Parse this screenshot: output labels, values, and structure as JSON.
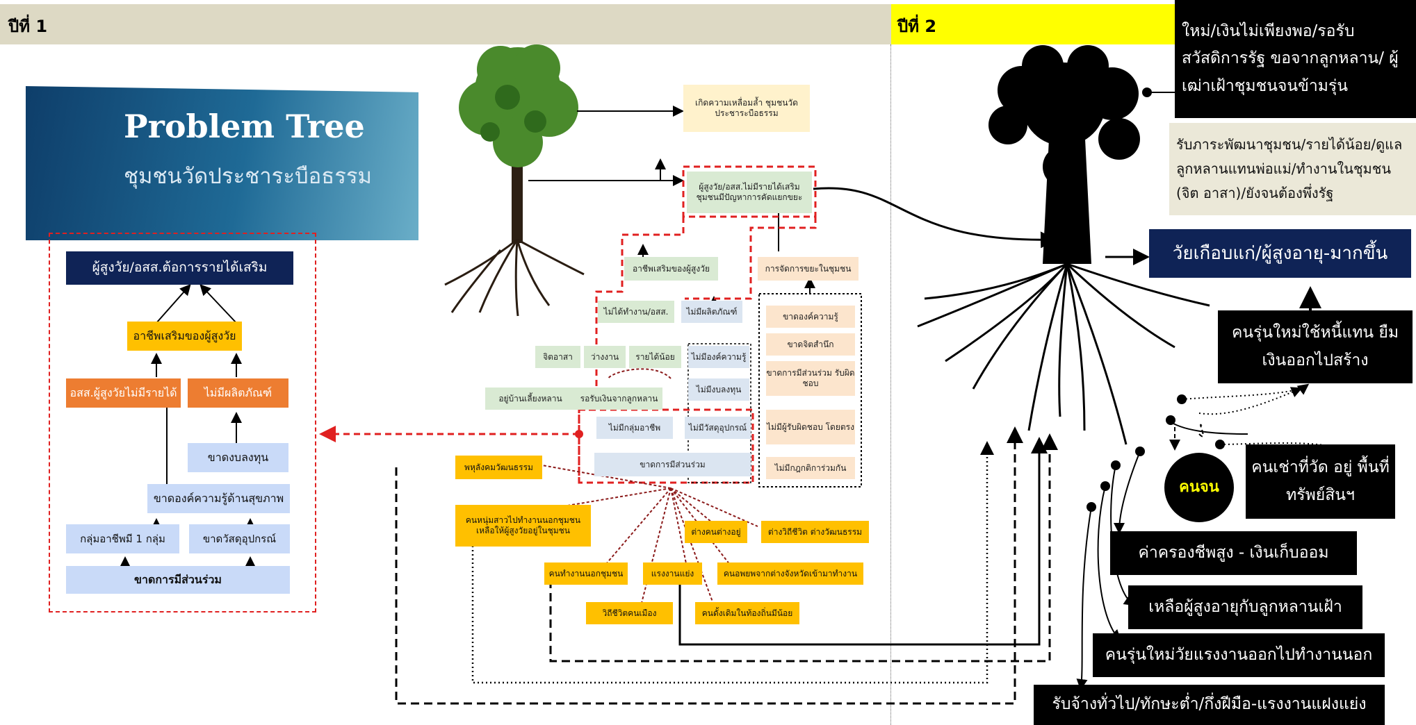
{
  "header": {
    "year1": "ปีที่ 1",
    "year2": "ปีที่ 2"
  },
  "banner": {
    "title": "Problem Tree",
    "subtitle": "ชุมชนวัดประชาระบือธรรม"
  },
  "left_tree": {
    "top": "ผู้สูงวัย/อสส.ต้อการรายได้เสริม",
    "occupation": "อาชีพเสริมของผู้สูงวัย",
    "no_income": "อสส.ผู้สูงวัยไม่มีรายได้",
    "no_product": "ไม่มีผลิตภัณฑ์",
    "no_capital": "ขาดงบลงทุน",
    "no_knowledge": "ขาดองค์ความรู้ด้านสุขภาพ",
    "group": "กลุ่มอาชีพมี 1 กลุ่ม",
    "no_material": "ขาดวัสดุอุปกรณ์",
    "no_participation": "ขาดการมีส่วนร่วม"
  },
  "middle": {
    "inequality": "เกิดความเหลื่อมล้ำ ชุมชนวัดประชาระบือธรรม",
    "elderly_no_income": "ผู้สูงวัย/อสส.ไม่มีรายได้เสริม ชุมชนมีปัญหาการคัดแยกขยะ",
    "elderly_job": "อาชีพเสริมของผู้สูงวัย",
    "waste_mgmt": "การจัดการขยะในชุมชน",
    "no_work": "ไม่ได้ทำงาน/อสส.",
    "no_product": "ไม่มีผลิตภัณฑ์",
    "volunteer": "จิตอาสา",
    "idle": "ว่างงาน",
    "low_income": "รายได้น้อย",
    "no_knowledge": "ไม่มีองค์ความรู้",
    "no_capital": "ไม่มีงบลงทุน",
    "no_material": "ไม่มีวัสดุอุปกรณ์",
    "stay_home": "อยู่บ้านเลี้ยงหลาน",
    "wait_money": "รอรับเงินจากลูกหลาน",
    "no_group": "ไม่มีกลุ่มอาชีพ",
    "lack_participation": "ขาดการมีส่วนร่วม",
    "lack_knowledge": "ขาดองค์ความรู้",
    "lack_awareness": "ขาดจิตสำนึก",
    "lack_responsibility": "ขาดการมีส่วนร่วม รับผิดชอบ",
    "no_direct_owner": "ไม่มีผู้รับผิดชอบ โดยตรง",
    "no_rules": "ไม่มีกฎกติการ่วมกัน",
    "culture_lost": "พหุลังคมวัฒนธรรม",
    "youth_leave": "คนหนุ่มสาวไปทำงานนอกชุมชน เหลือให้ผู้สูงวัยอยู่ในชุมชน",
    "strangers": "ต่างคนต่างอยู่",
    "diff_culture": "ต่างวิถีชีวิต ต่างวัฒนธรรม",
    "work_outside": "คนทำงานนอกชุมชน",
    "labor_compete": "แรงงานแย่ง",
    "migrants": "คนอพยพจากต่างจังหวัดเข้ามาทำงาน",
    "urban_life": "วิถีชีวิตคนเมือง",
    "few_locals": "คนดั้งเดิมในท้องถิ่นมีน้อย"
  },
  "right": {
    "top_black": "ใหม่/เงินไม่เพียงพอ/รอรับ สวัสดิการรัฐ ขอจากลูกหลาน/ ผู้เฒ่าเฝ้าชุมชนจนข้ามรุ่น",
    "note": "รับภาระพัฒนาชุมชน/รายได้น้อย/ดูแล ลูกหลานแทนพ่อแม่/ทำงานในชุมชน (จิต อาสา)/ยังจนต้องพึ่งรัฐ",
    "aging": "วัยเกือบแก่/ผู้สูงอายุ-มากขึ้น",
    "debt": "คนรุ่นใหม่ใช้หนี้แทน ยืม เงินออกไปสร้าง",
    "poor": "คนจน",
    "tenant": "คนเช่าที่วัด อยู่ พื้นที่ทรัพย์สินฯ",
    "cost": "ค่าครองชีพสูง - เงินเก็บออม",
    "leftover": "เหลือผู้สูงอายุกับลูกหลานเฝ้า",
    "young_out": "คนรุ่นใหม่วัยแรงงานออกไปทำงานนอก",
    "hire": "รับจ้างทั่วไป/ทักษะต่ำ/กึ่งฝีมือ-แรงงานแฝงแย่ง"
  },
  "colors": {
    "header1": "#ddd9c4",
    "header2": "#ffff00",
    "navy": "#0f2356",
    "gold": "#ffc000",
    "orange": "#ed7d31",
    "red_dash": "#e02020"
  }
}
